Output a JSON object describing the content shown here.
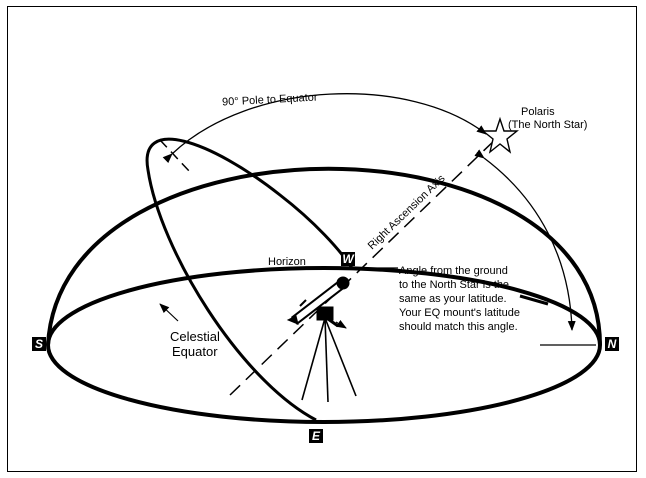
{
  "labels": {
    "pole_to_equator": "90° Pole to Equator",
    "polaris_line1": "Polaris",
    "polaris_line2": "(The North Star)",
    "ra_axis": "Right Ascension Axis",
    "horizon": "Horizon",
    "celestial_equator_line1": "Celestial",
    "celestial_equator_line2": "Equator",
    "angle_note": [
      "Angle from the ground",
      "to the North Star is the",
      "same as your latitude.",
      "Your EQ mount's latitude",
      "should match this angle."
    ]
  },
  "cardinals": {
    "south": "S",
    "north": "N",
    "west": "W",
    "east": "E"
  }
}
